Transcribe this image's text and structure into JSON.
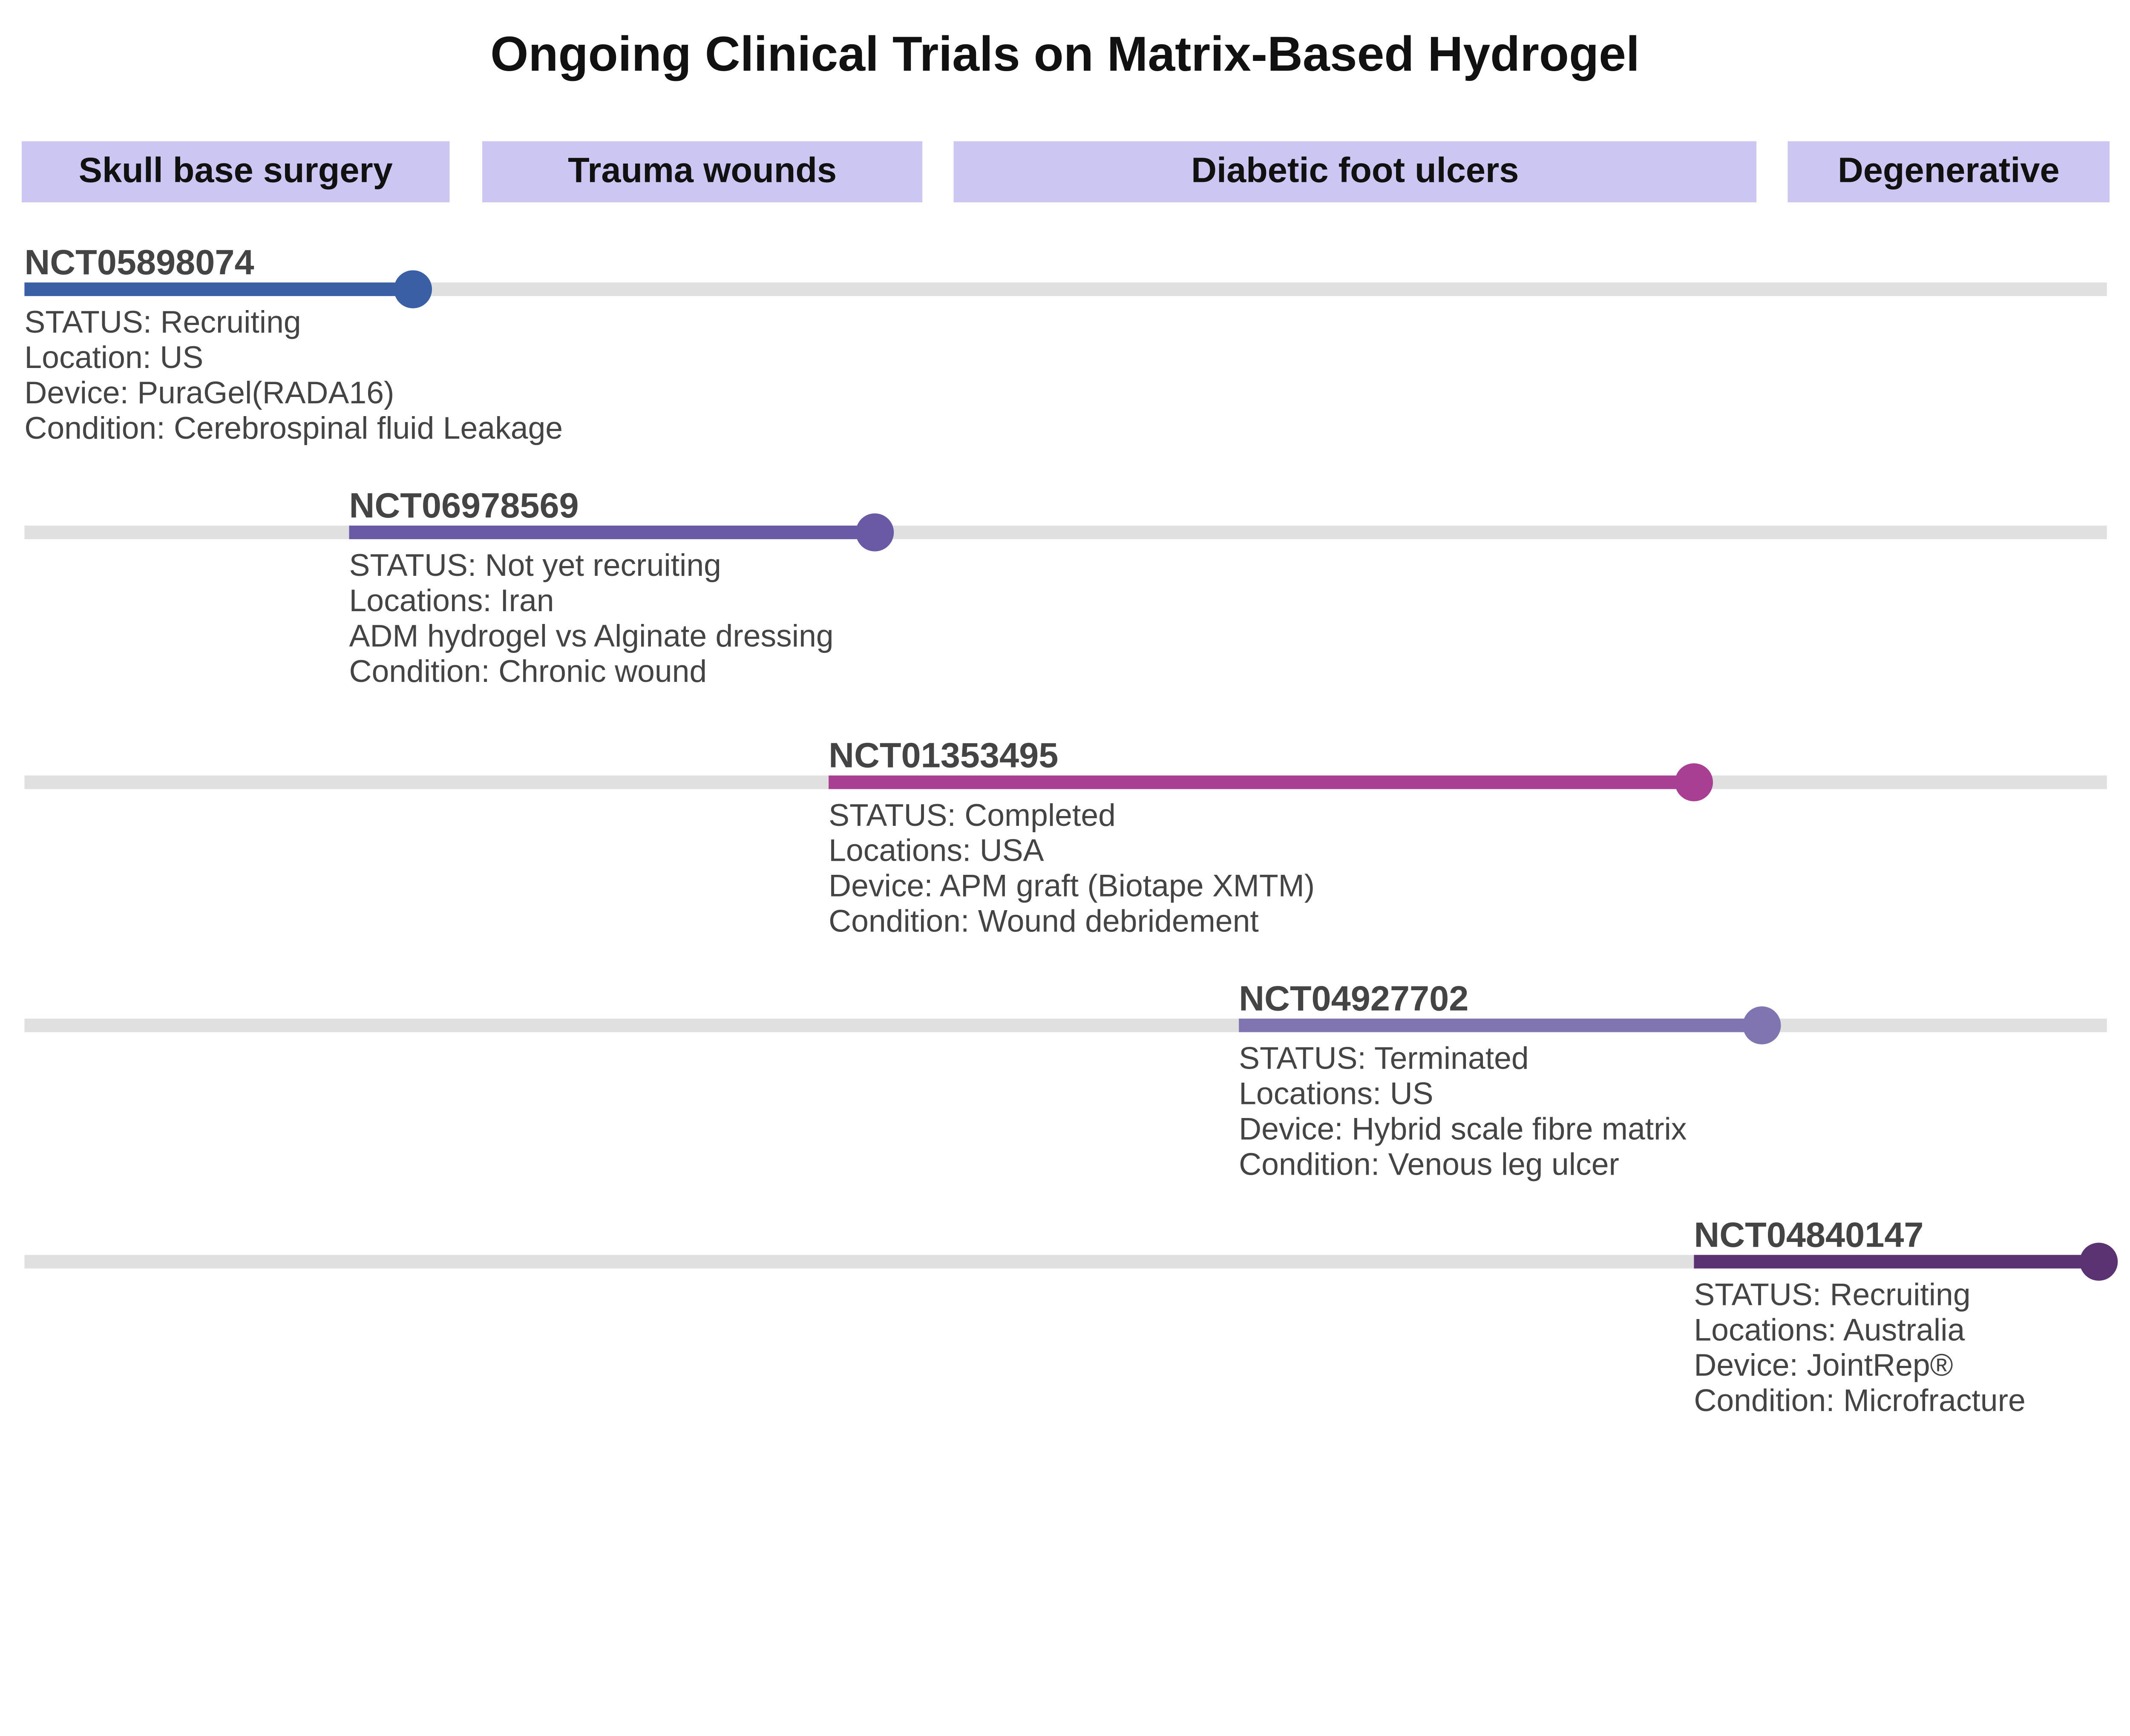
{
  "title": "Ongoing Clinical Trials on Matrix-Based Hydrogel",
  "categories": [
    {
      "label": "Skull base surgery"
    },
    {
      "label": "Trauma wounds"
    },
    {
      "label": "Diabetic foot ulcers"
    },
    {
      "label": "Degenerative"
    }
  ],
  "colors": {
    "header_bg": "#cbc6f2",
    "track": "#e0e0e0",
    "text": "#444444",
    "title": "#111111"
  },
  "trials": [
    {
      "id": "NCT05898074",
      "color": "#3a5fa5",
      "lines": [
        "STATUS: Recruiting",
        "Location: US",
        "Device: PuraGel(RADA16)",
        "Condition: Cerebrospinal fluid Leakage"
      ]
    },
    {
      "id": "NCT06978569",
      "color": "#6a5aa6",
      "lines": [
        "STATUS: Not yet recruiting",
        "Locations: Iran",
        "ADM hydrogel vs Alginate dressing",
        "Condition: Chronic wound"
      ]
    },
    {
      "id": "NCT01353495",
      "color": "#a83f93",
      "lines": [
        "STATUS: Completed",
        "Locations: USA",
        "Device: APM graft (Biotape XMTM)",
        "Condition: Wound debridement"
      ]
    },
    {
      "id": "NCT04927702",
      "color": "#8075b0",
      "lines": [
        "STATUS: Terminated",
        "Locations: US",
        "Device: Hybrid scale fibre matrix",
        "Condition: Venous leg ulcer"
      ]
    },
    {
      "id": "NCT04840147",
      "color": "#5b3372",
      "lines": [
        "STATUS: Recruiting",
        "Locations: Australia",
        "Device: JointRep®",
        "Condition: Microfracture"
      ]
    }
  ]
}
